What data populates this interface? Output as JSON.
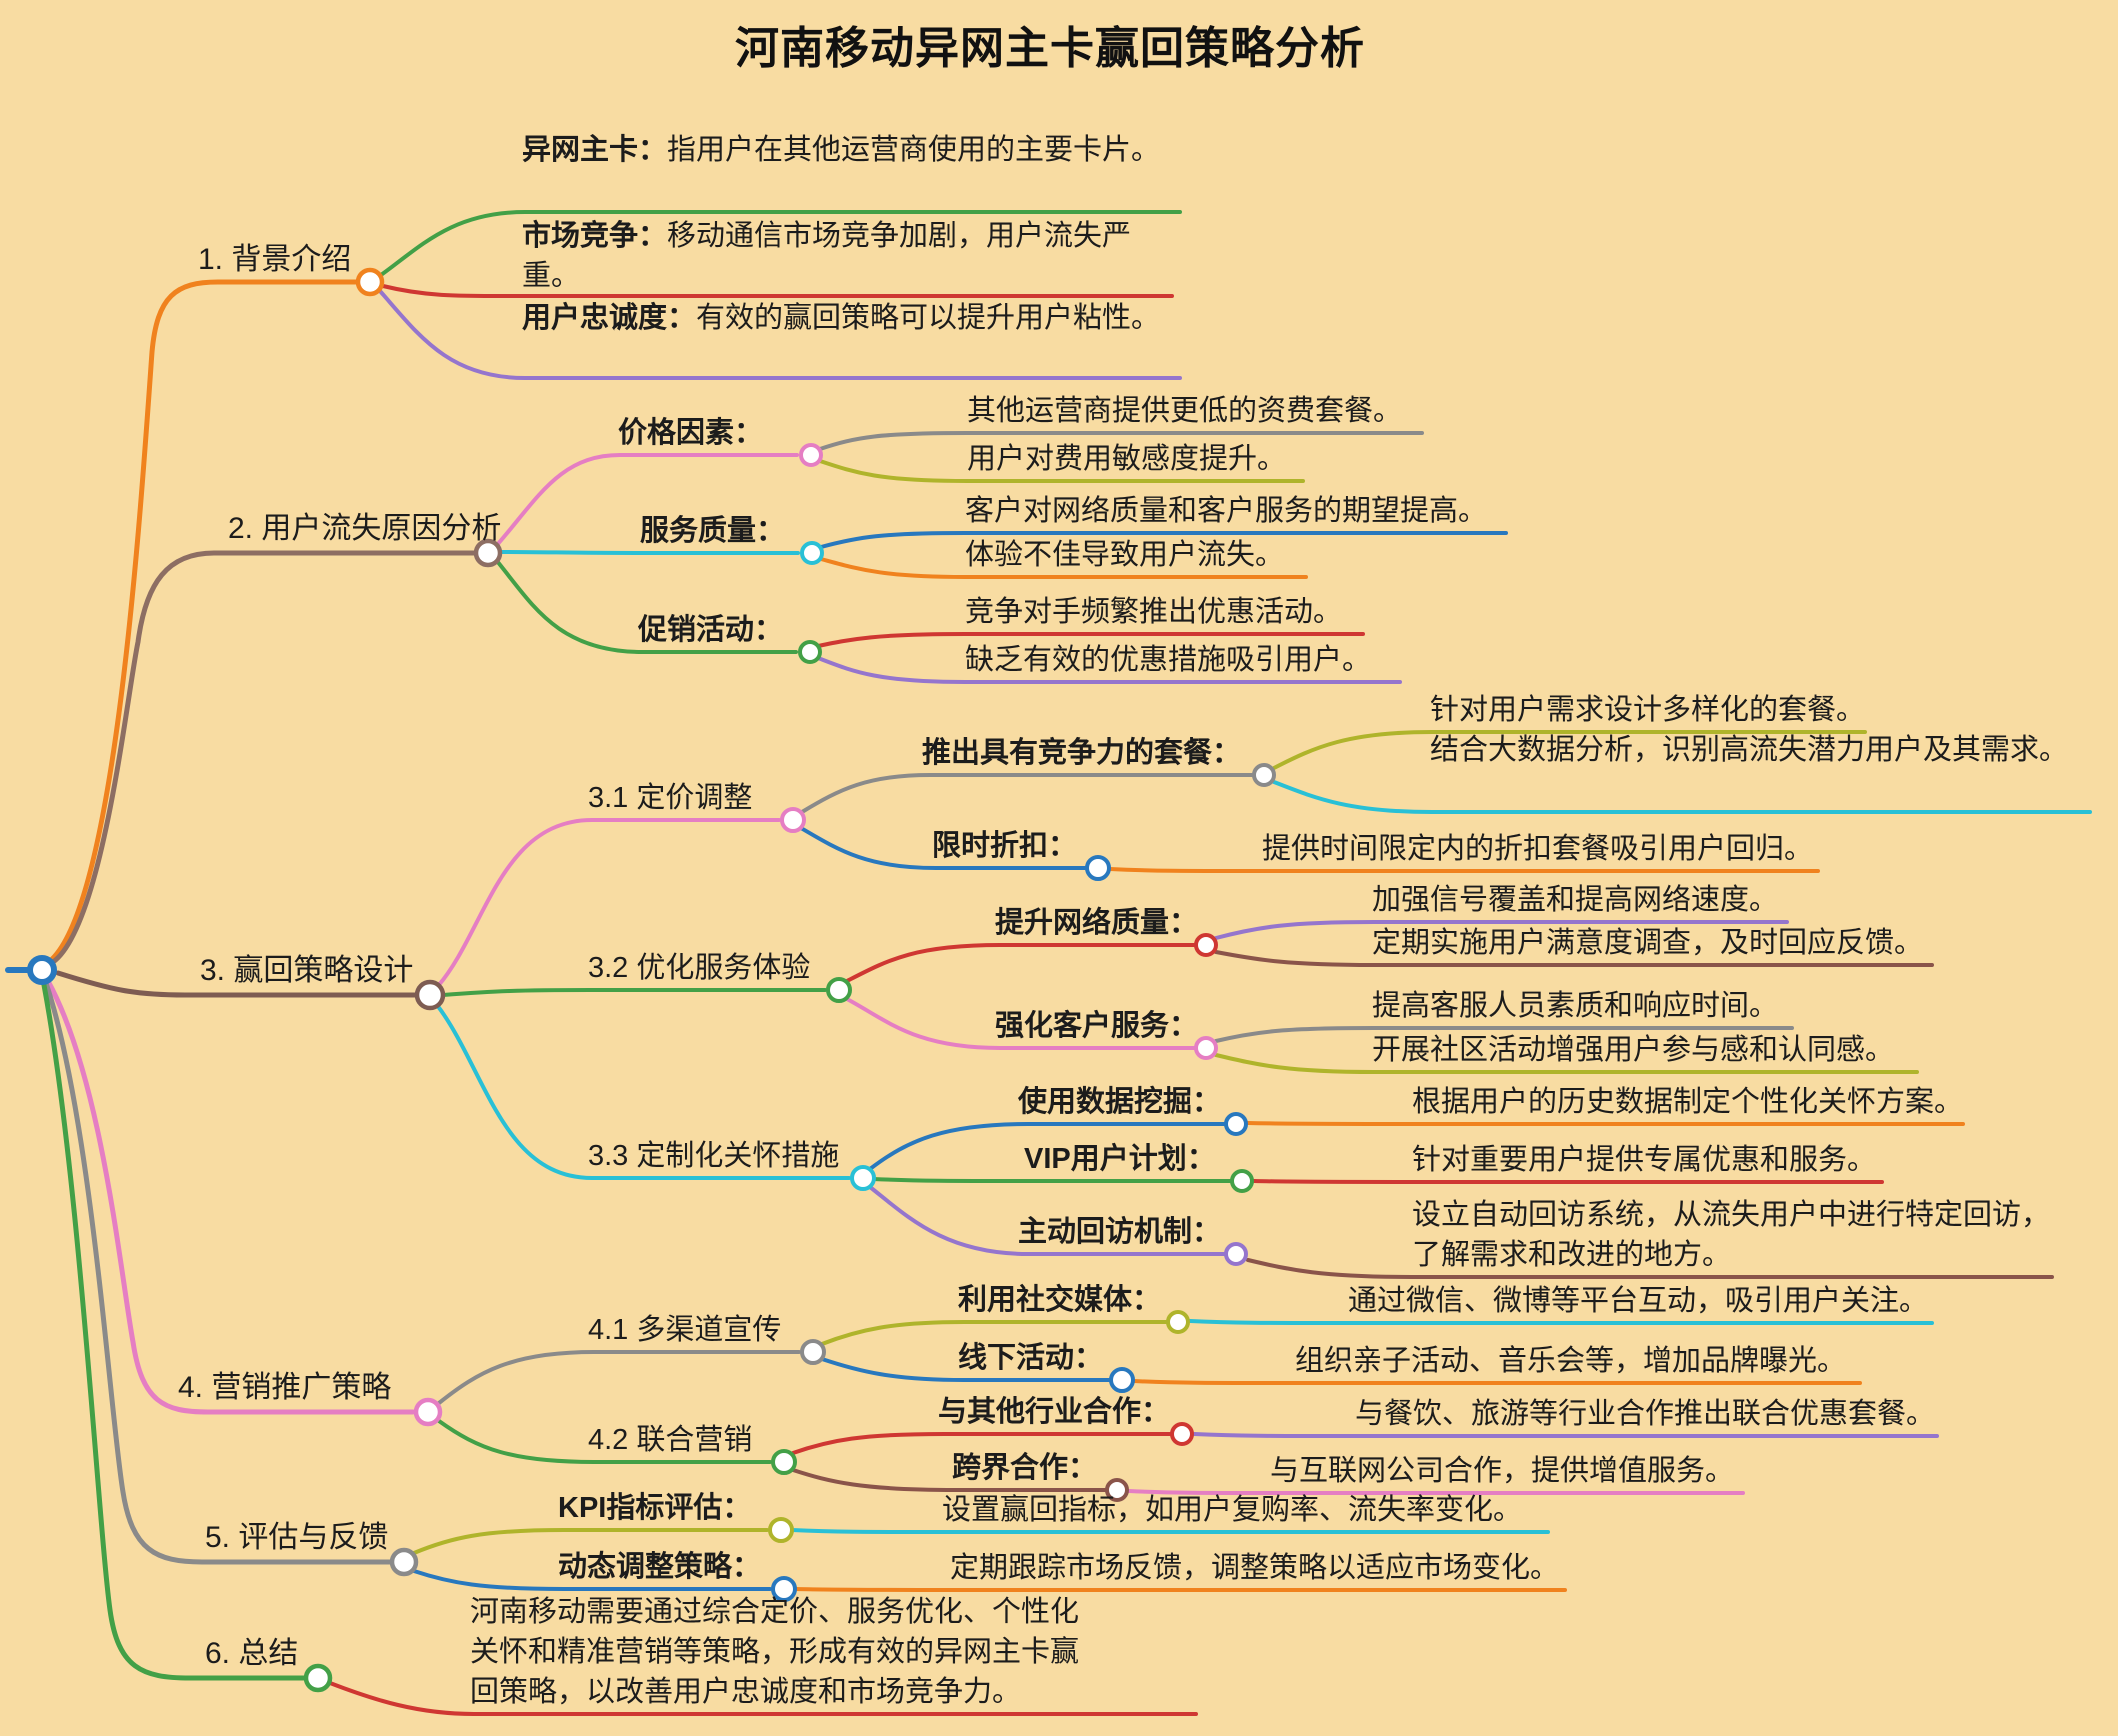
{
  "title": "河南移动异网主卡赢回策略分析",
  "colors": {
    "background": "#F8DCA2",
    "orange": "#F0821E",
    "red": "#CF3732",
    "green": "#43A047",
    "purple": "#9575CD",
    "pink": "#E57EC3",
    "cyan": "#29C0D6",
    "blue": "#2878BE",
    "olive": "#AFB42B",
    "gray": "#8A8A8A",
    "brown": "#8D6E63",
    "dark_brown": "#8A544A",
    "text": "#1C1C1C"
  },
  "branches": [
    {
      "label": "1. 背景介绍",
      "children": [
        {
          "term": "异网主卡：",
          "desc": "指用户在其他运营商使用的主要卡片。"
        },
        {
          "term": "市场竞争：",
          "desc": "移动通信市场竞争加剧，用户流失严重。"
        },
        {
          "term": "用户忠诚度：",
          "desc": "有效的赢回策略可以提升用户粘性。"
        }
      ]
    },
    {
      "label": "2. 用户流失原因分析",
      "children": [
        {
          "label": "价格因素：",
          "children": [
            {
              "desc": "其他运营商提供更低的资费套餐。"
            },
            {
              "desc": "用户对费用敏感度提升。"
            }
          ]
        },
        {
          "label": "服务质量：",
          "children": [
            {
              "desc": "客户对网络质量和客户服务的期望提高。"
            },
            {
              "desc": "体验不佳导致用户流失。"
            }
          ]
        },
        {
          "label": "促销活动：",
          "children": [
            {
              "desc": "竞争对手频繁推出优惠活动。"
            },
            {
              "desc": "缺乏有效的优惠措施吸引用户。"
            }
          ]
        }
      ]
    },
    {
      "label": "3. 赢回策略设计",
      "children": [
        {
          "label": "3.1 定价调整",
          "children": [
            {
              "label": "推出具有竞争力的套餐：",
              "children": [
                {
                  "desc": "针对用户需求设计多样化的套餐。"
                },
                {
                  "desc": "结合大数据分析，识别高流失潜力用户及其需求。"
                }
              ]
            },
            {
              "label": "限时折扣：",
              "children": [
                {
                  "desc": "提供时间限定内的折扣套餐吸引用户回归。"
                }
              ]
            }
          ]
        },
        {
          "label": "3.2 优化服务体验",
          "children": [
            {
              "label": "提升网络质量：",
              "children": [
                {
                  "desc": "加强信号覆盖和提高网络速度。"
                },
                {
                  "desc": "定期实施用户满意度调查，及时回应反馈。"
                }
              ]
            },
            {
              "label": "强化客户服务：",
              "children": [
                {
                  "desc": "提高客服人员素质和响应时间。"
                },
                {
                  "desc": "开展社区活动增强用户参与感和认同感。"
                }
              ]
            }
          ]
        },
        {
          "label": "3.3 定制化关怀措施",
          "children": [
            {
              "label": "使用数据挖掘：",
              "children": [
                {
                  "desc": "根据用户的历史数据制定个性化关怀方案。"
                }
              ]
            },
            {
              "label": "VIP用户计划：",
              "children": [
                {
                  "desc": "针对重要用户提供专属优惠和服务。"
                }
              ]
            },
            {
              "label": "主动回访机制：",
              "children": [
                {
                  "desc": "设立自动回访系统，从流失用户中进行特定回访，了解需求和改进的地方。"
                }
              ]
            }
          ]
        }
      ]
    },
    {
      "label": "4. 营销推广策略",
      "children": [
        {
          "label": "4.1 多渠道宣传",
          "children": [
            {
              "label": "利用社交媒体：",
              "children": [
                {
                  "desc": "通过微信、微博等平台互动，吸引用户关注。"
                }
              ]
            },
            {
              "label": "线下活动：",
              "children": [
                {
                  "desc": "组织亲子活动、音乐会等，增加品牌曝光。"
                }
              ]
            }
          ]
        },
        {
          "label": "4.2 联合营销",
          "children": [
            {
              "label": "与其他行业合作：",
              "children": [
                {
                  "desc": "与餐饮、旅游等行业合作推出联合优惠套餐。"
                }
              ]
            },
            {
              "label": "跨界合作：",
              "children": [
                {
                  "desc": "与互联网公司合作，提供增值服务。"
                }
              ]
            }
          ]
        }
      ]
    },
    {
      "label": "5. 评估与反馈",
      "children": [
        {
          "label": "KPI指标评估：",
          "children": [
            {
              "desc": "设置赢回指标，如用户复购率、流失率变化。"
            }
          ]
        },
        {
          "label": "动态调整策略：",
          "children": [
            {
              "desc": "定期跟踪市场反馈，调整策略以适应市场变化。"
            }
          ]
        }
      ]
    },
    {
      "label": "6. 总结",
      "children": [
        {
          "desc": "河南移动需要通过综合定价、服务优化、个性化关怀和精准营销等策略，形成有效的异网主卡赢回策略，以改善用户忠诚度和市场竞争力。"
        }
      ]
    }
  ]
}
